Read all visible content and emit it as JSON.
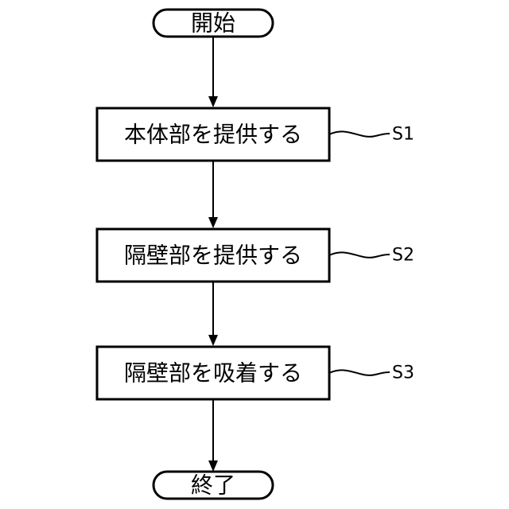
{
  "flowchart": {
    "start": {
      "label": "開始"
    },
    "steps": [
      {
        "label": "本体部を提供する",
        "ref": "S1"
      },
      {
        "label": "隔壁部を提供する",
        "ref": "S2"
      },
      {
        "label": "隔壁部を吸着する",
        "ref": "S3"
      }
    ],
    "end": {
      "label": "終了"
    }
  }
}
